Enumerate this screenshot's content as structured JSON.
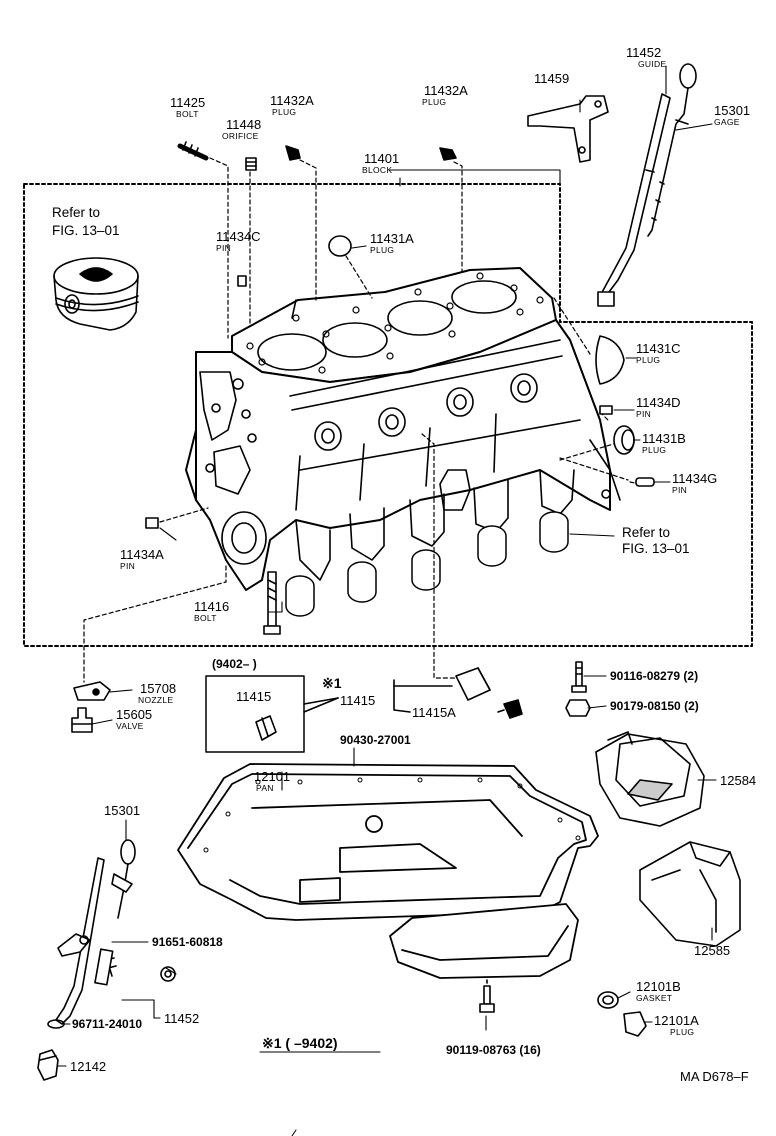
{
  "parts": {
    "p11425": {
      "num": "11425",
      "name": "BOLT"
    },
    "p11448": {
      "num": "11448",
      "name": "ORIFICE"
    },
    "p11432a_left": {
      "num": "11432A",
      "name": "PLUG"
    },
    "p11432a_right": {
      "num": "11432A",
      "name": "PLUG"
    },
    "p11459": {
      "num": "11459"
    },
    "p11452_guide": {
      "num": "11452",
      "name": "GUIDE"
    },
    "p15301_gage": {
      "num": "15301",
      "name": "GAGE"
    },
    "p11401": {
      "num": "11401",
      "name": "BLOCK"
    },
    "p11434c": {
      "num": "11434C",
      "name": "PIN"
    },
    "p11431a": {
      "num": "11431A",
      "name": "PLUG"
    },
    "p11431c": {
      "num": "11431C",
      "name": "PLUG"
    },
    "p11434d": {
      "num": "11434D",
      "name": "PIN"
    },
    "p11431b": {
      "num": "11431B",
      "name": "PLUG"
    },
    "p11434g": {
      "num": "11434G",
      "name": "PIN"
    },
    "p11434a": {
      "num": "11434A",
      "name": "PIN"
    },
    "p11416": {
      "num": "11416",
      "name": "BOLT"
    },
    "p15708": {
      "num": "15708",
      "name": "NOZZLE"
    },
    "p15605": {
      "num": "15605",
      "name": "VALVE"
    },
    "p11415_box": {
      "num": "11415"
    },
    "p11415": {
      "num": "11415"
    },
    "p11415a": {
      "num": "11415A"
    },
    "p90116": {
      "num": "90116-08279 (2)"
    },
    "p90179": {
      "num": "90179-08150 (2)"
    },
    "p90430": {
      "num": "90430-27001"
    },
    "p12101": {
      "num": "12101",
      "name": "PAN"
    },
    "p12584": {
      "num": "12584"
    },
    "p12585": {
      "num": "12585"
    },
    "p15301_lower": {
      "num": "15301"
    },
    "p91651": {
      "num": "91651-60818"
    },
    "p11452_lower": {
      "num": "11452"
    },
    "p96711": {
      "num": "96711-24010"
    },
    "p12142": {
      "num": "12142"
    },
    "p12101b": {
      "num": "12101B",
      "name": "GASKET"
    },
    "p12101a": {
      "num": "12101A",
      "name": "PLUG"
    },
    "p90119": {
      "num": "90119-08763 (16)"
    }
  },
  "refs": {
    "ref_left": {
      "line1": "Refer to",
      "line2": "FIG. 13–01"
    },
    "ref_right": {
      "line1": "Refer to",
      "line2": "FIG. 13–01"
    }
  },
  "notes": {
    "box_period": "(9402–        )",
    "mark1": "※1",
    "footnote": "※1 (        –9402)",
    "fig_code": "MA  D678–F"
  }
}
